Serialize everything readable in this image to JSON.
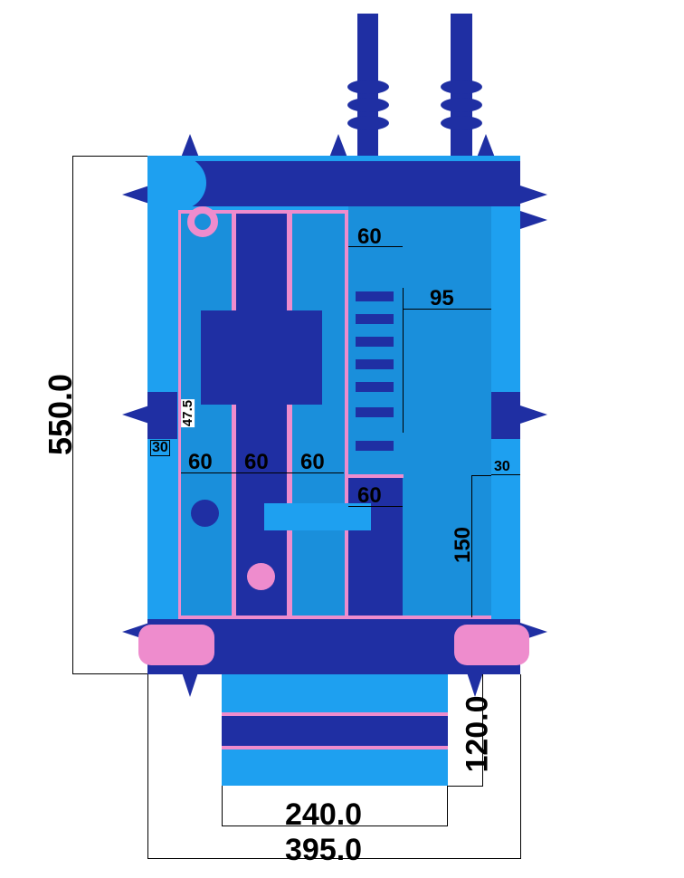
{
  "title": "Inflatable bounce house top view with dimensions",
  "colors": {
    "light_blue": "#1ea0f0",
    "mid_blue": "#1a8fdb",
    "dark_blue": "#1f2fa3",
    "pink": "#ee8ccd"
  },
  "dimensions": {
    "overall_length": "550.0",
    "overall_width": "395.0",
    "slide_width": "240.0",
    "slide_length": "120.0",
    "lane1": "60",
    "lane2": "60",
    "lane3": "60",
    "climb_top": "60",
    "climb_depth": "95",
    "climb_bottom": "60",
    "entrance_height": "47.5",
    "left_wall": "30",
    "right_wall": "30",
    "right_side": "150"
  }
}
